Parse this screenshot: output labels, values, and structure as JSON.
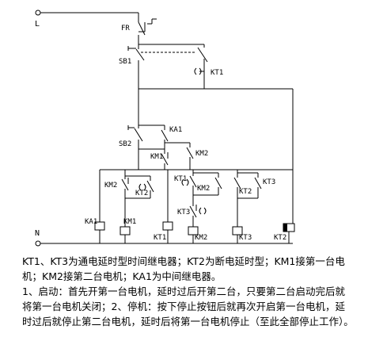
{
  "diagram": {
    "line_label": "L",
    "neutral_label": "N",
    "components": {
      "fr": "FR",
      "sb1": "SB1",
      "kt1_seal": "KT1",
      "ka1_contact": "KA1",
      "sb2": "SB2",
      "km1_nc": "KM1",
      "km2_contact": "KM2",
      "km2_branch1": "KM2",
      "kt2_branch1": "KT2",
      "kt1_branch3": "KT1",
      "km2_branch3": "KM2",
      "kt3_branch3": "KT3",
      "kt2_branch4": "KT2",
      "kt3_branch4": "KT3"
    },
    "coils": {
      "ka1": "KA1",
      "km1": "KM1",
      "kt1": "KT1",
      "km2": "KM2",
      "kt3": "KT3",
      "kt2": "KT2"
    }
  },
  "description": {
    "line1": "KT1、KT3为通电延时型时间继电器；KT2为断电延时型；KM1接第一台电机；KM2接第二台电机；KA1为中间继电器。",
    "line2": "1、启动：首先开第一台电机，延时过后开第二台，只要第二台启动完后就将第一台电机关闭；2、停机：按下停止按钮后就再次开启第一台电机，延时过后就停止第二台电机，延时后将第一台电机停止（至此全部停止工作）。"
  }
}
